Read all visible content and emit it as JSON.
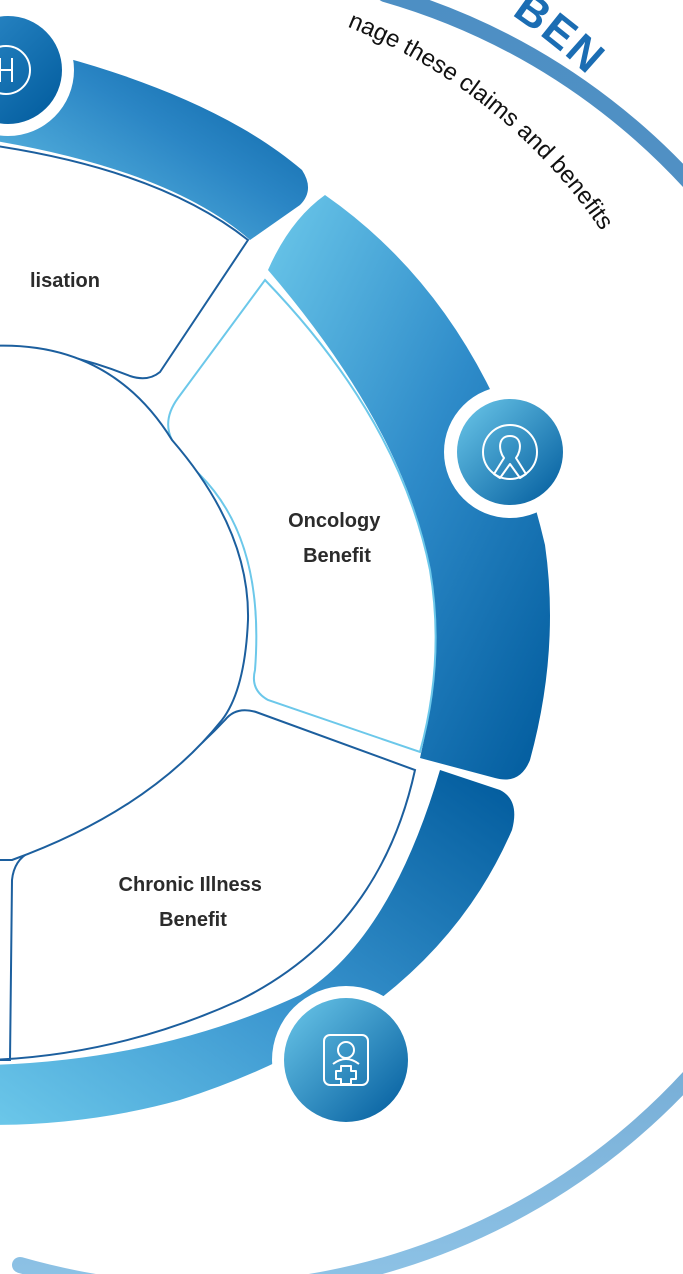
{
  "arc_title": "O-DAY BEN",
  "arc_subtitle": "nage these claims and benefits",
  "segments": [
    {
      "label_lines": [
        "lisation"
      ],
      "icon": "hospital-h-icon"
    },
    {
      "label_lines": [
        "Oncology",
        "Benefit"
      ],
      "icon": "cancer-ribbon-icon"
    },
    {
      "label_lines": [
        "Chronic Illness",
        "Benefit"
      ],
      "icon": "patient-medical-cross-icon"
    }
  ],
  "colors": {
    "dark_blue": "#005a9c",
    "mid_blue": "#2b86c5",
    "light_blue": "#6cc8ea",
    "outer_ring": "#5a93c3",
    "label_text": "#2b2b2b",
    "arc_title": "#1b6db3"
  }
}
